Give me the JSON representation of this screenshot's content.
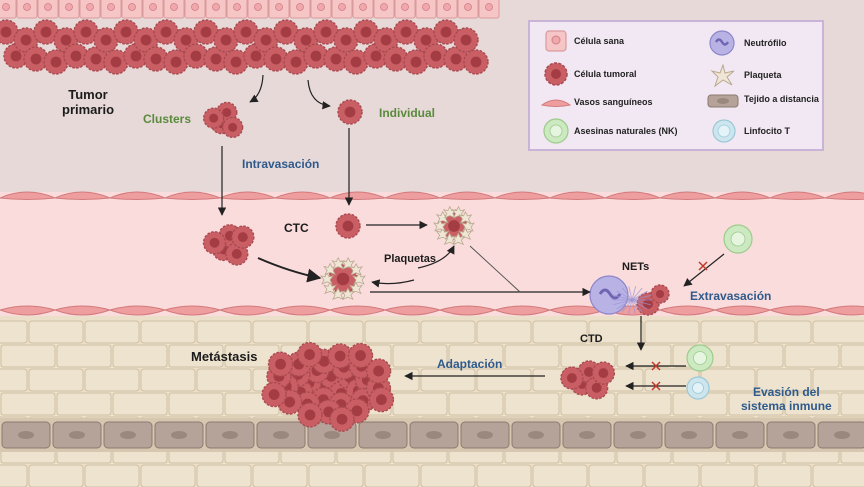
{
  "labels": {
    "tumor_primario": "Tumor\nprimario",
    "clusters": "Clusters",
    "individual": "Individual",
    "intravasacion": "Intravasación",
    "ctc": "CTC",
    "plaquetas": "Plaquetas",
    "nets": "NETs",
    "extravasacion": "Extravasación",
    "ctd": "CTD",
    "metastasis": "Metástasis",
    "adaptacion": "Adaptación",
    "evasion": "Evasión del\nsistema inmune"
  },
  "legend": {
    "celula_sana": "Célula sana",
    "neutrofilo": "Neutrófilo",
    "celula_tumoral": "Célula tumoral",
    "plaqueta": "Plaqueta",
    "vasos": "Vasos sanguíneos",
    "tejido": "Tejido a distancia",
    "nk": "Asesinas naturales (NK)",
    "linfocito": "Linfocito T"
  },
  "colors": {
    "background": "#e6d9d8",
    "vessel_lumen": "#fbdcdc",
    "endothelium": "#ef9e9f",
    "tissue": "#ecdfc9",
    "tissue_outline": "#cfc0a4",
    "tumor_cell": "#c95f64",
    "tumor_nucleus": "#a43c44",
    "healthy_cell": "#f6c6c6",
    "neutrophil": "#b9b3e5",
    "platelet": "#efe6d6",
    "nk_cell": "#cde9c2",
    "t_cell": "#cde6ee",
    "distant_tissue": "#b5a39a",
    "label_green": "#5a8a3c",
    "label_blue": "#2e5a8c"
  }
}
